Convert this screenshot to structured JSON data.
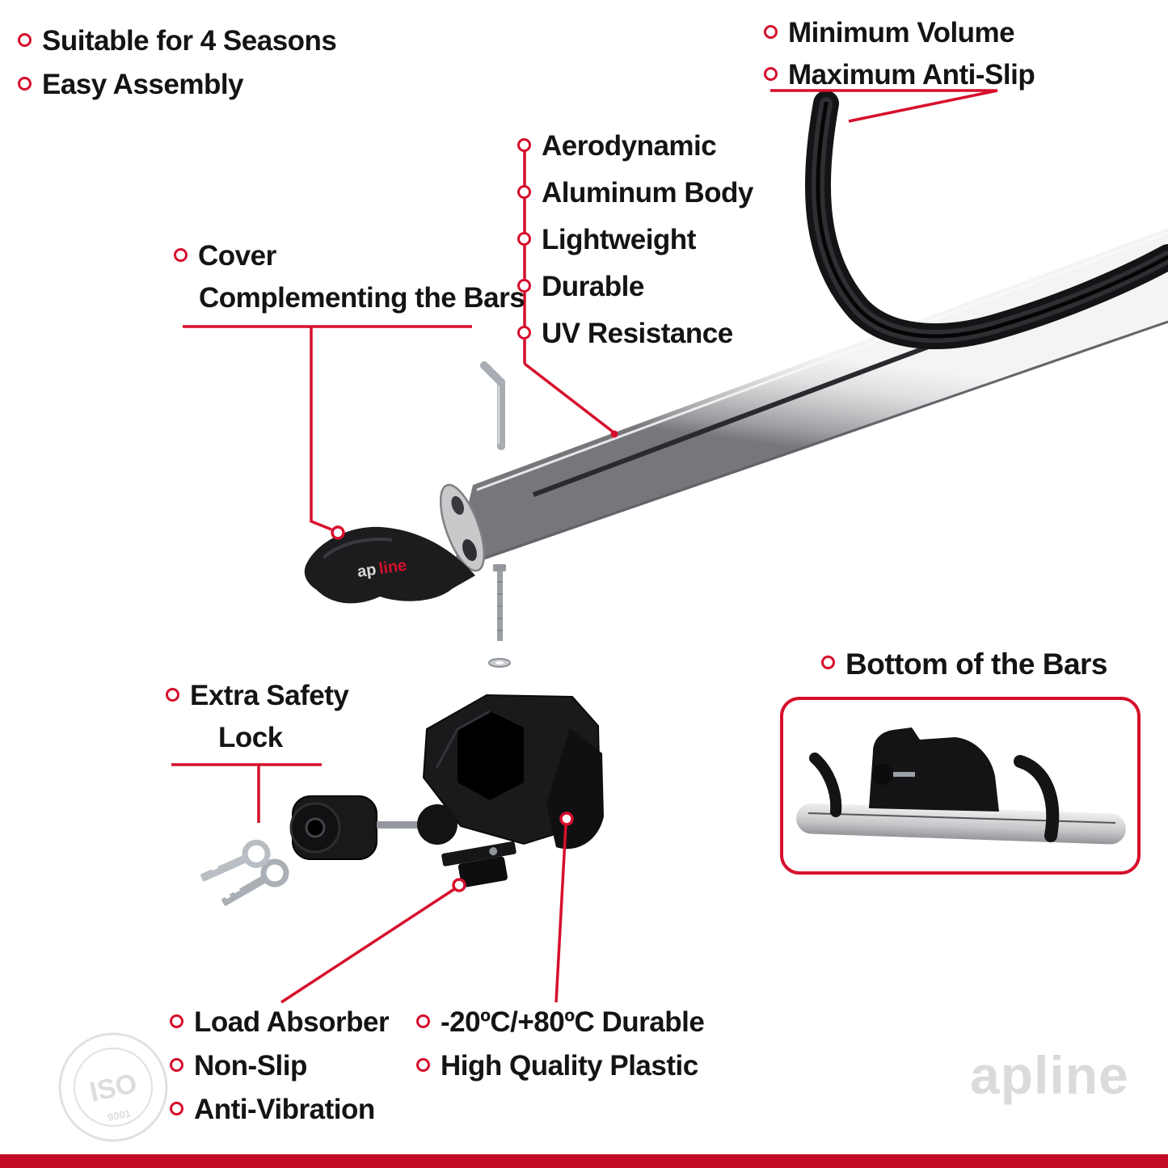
{
  "colors": {
    "accent": "#d60f2c",
    "bottom_bar": "#c20b26",
    "text": "#141414"
  },
  "top_left": {
    "items": [
      "Suitable for 4 Seasons",
      "Easy Assembly"
    ]
  },
  "top_right": {
    "items": [
      "Minimum Volume",
      "Maximum Anti-Slip"
    ]
  },
  "features": {
    "items": [
      "Aerodynamic",
      "Aluminum Body",
      "Lightweight",
      "Durable",
      "UV Resistance"
    ]
  },
  "cover": {
    "line1": "Cover",
    "line2": "Complementing the Bars"
  },
  "safety": {
    "line1": "Extra Safety",
    "line2": "Lock"
  },
  "bottom_bars": {
    "label": "Bottom of the Bars"
  },
  "bottom_left": {
    "items": [
      "Load Absorber",
      "Non-Slip",
      "Anti-Vibration"
    ]
  },
  "bottom_mid": {
    "items": [
      "-20ºC/+80ºC Durable",
      "High Quality Plastic"
    ]
  },
  "brand": {
    "logo_ap": "ap",
    "logo_line": "line",
    "watermark": "apline",
    "iso": "ISO",
    "iso_code": "9001"
  }
}
